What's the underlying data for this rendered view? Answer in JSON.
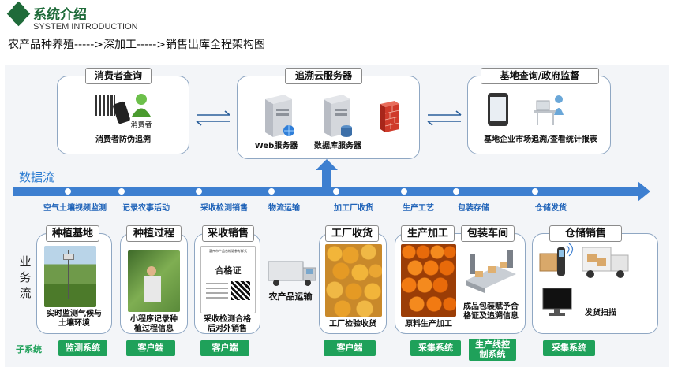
{
  "header": {
    "title": "系统介绍",
    "subtitle_en": "SYSTEM INTRODUCTION",
    "page_subtitle": "农产品种养殖----->深加工----->销售出库全程架构图"
  },
  "top": {
    "consumer": {
      "title": "消费者查询",
      "icon_label": "消费者",
      "caption": "消费者防伪追溯"
    },
    "cloud": {
      "title": "追溯云服务器",
      "web_label": "Web服务器",
      "db_label": "数据库服务器"
    },
    "base": {
      "title": "基地查询/政府监督",
      "caption": "基地企业市场追溯/查看统计报表"
    }
  },
  "flow": {
    "label": "数据流",
    "stages": [
      "空气土壤视频监测",
      "记录农事活动",
      "采收检测销售",
      "物流运输",
      "加工厂收货",
      "生产工艺",
      "包装存储",
      "仓储发货"
    ]
  },
  "side": {
    "business": [
      "业",
      "务",
      "流"
    ],
    "subsystem": "子系统"
  },
  "modules": {
    "planting_base": {
      "title": "种植基地",
      "caption_l1": "实时监测气候与",
      "caption_l2": "土壤环境",
      "tag": "监测系统"
    },
    "planting_process": {
      "title": "种植过程",
      "caption_l1": "小程序记录种",
      "caption_l2": "植过程信息",
      "tag": "客户端"
    },
    "harvest": {
      "title": "采收销售",
      "cert_header": "惠州市产品合格证参考样式",
      "cert_title": "合格证",
      "caption_l1": "采收检测合格",
      "caption_l2": "后对外销售",
      "tag": "客户端"
    },
    "transport": {
      "label": "农产品运输"
    },
    "factory_receive": {
      "title": "工厂收货",
      "caption": "工厂检验收货",
      "tag": "客户端"
    },
    "production": {
      "title": "生产加工",
      "caption": "原料生产加工",
      "tag": "采集系统"
    },
    "packaging": {
      "title": "包装车间",
      "caption_l1": "成品包装赋予合",
      "caption_l2": "格证及追溯信息",
      "tag_l1": "生产线控",
      "tag_l2": "制系统"
    },
    "warehouse": {
      "title": "仓储销售",
      "caption": "发货扫描",
      "tag": "采集系统"
    }
  },
  "colors": {
    "accent_green": "#1f6b3a",
    "tag_green": "#1fa15a",
    "flow_blue": "#3d7fd0",
    "stage_blue": "#1e62b8"
  }
}
